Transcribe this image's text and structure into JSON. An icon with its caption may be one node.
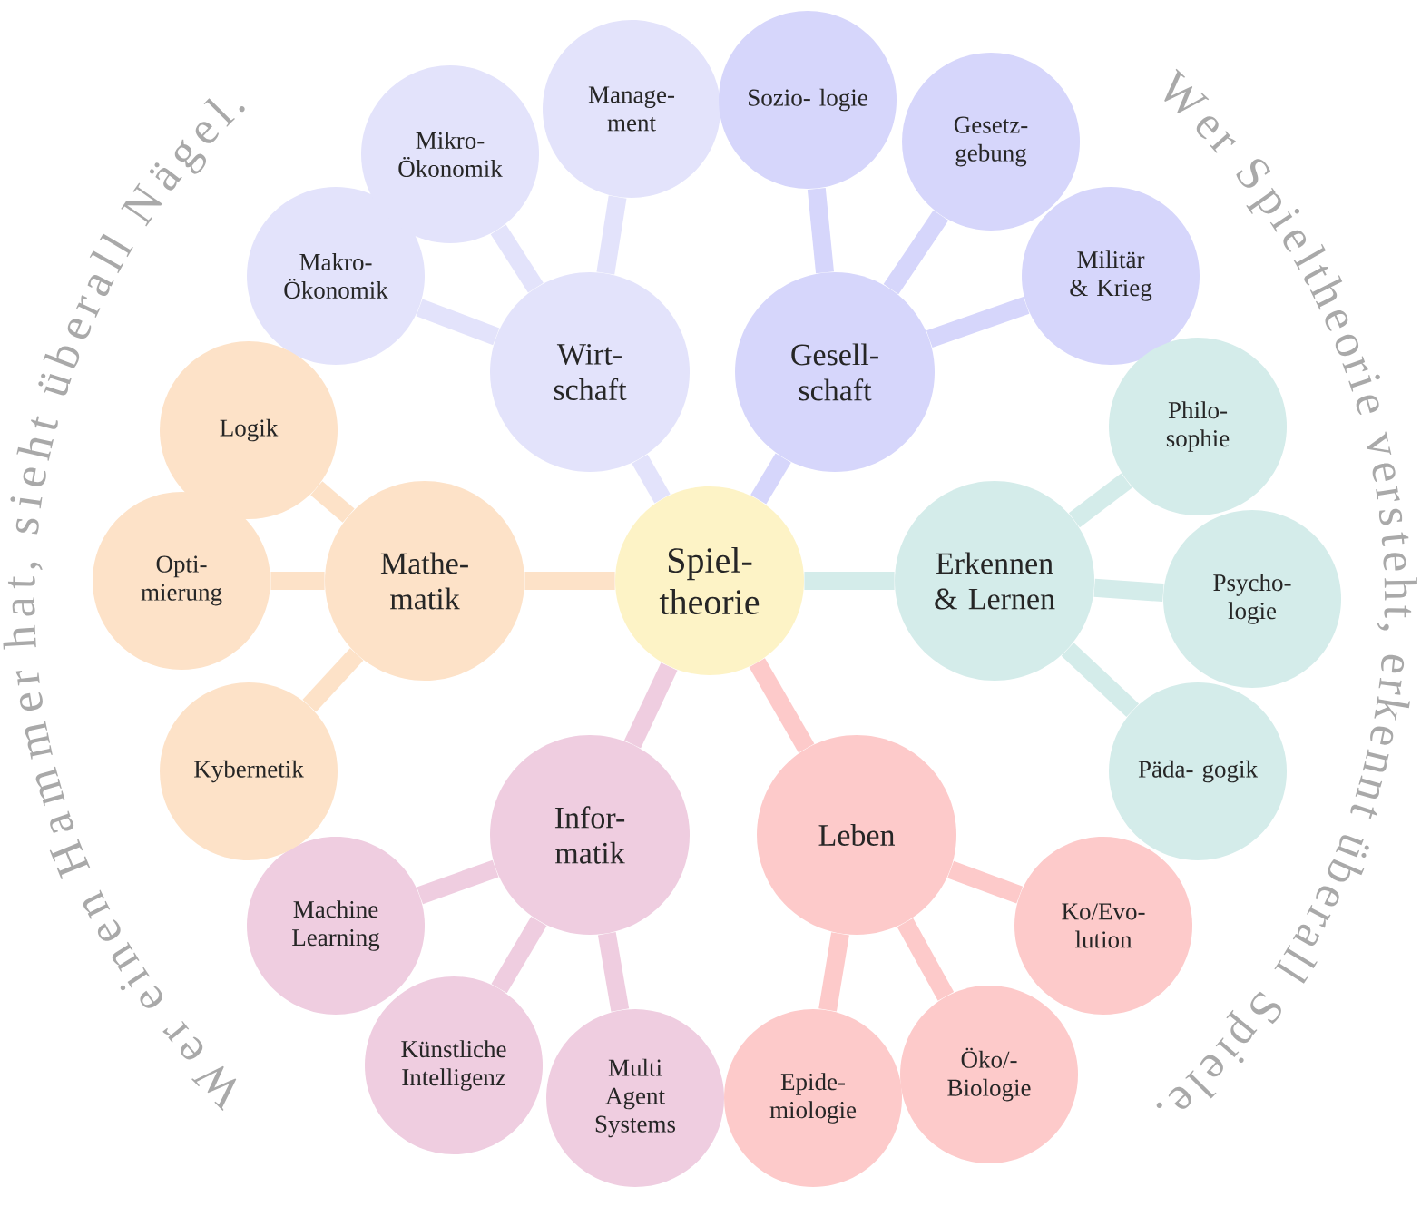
{
  "diagram": {
    "nodes": [
      {
        "text": [
          "Spiel- theorie"
        ]
      },
      {
        "text": [
          "Wirt- schaft"
        ]
      },
      {
        "text": [
          "Makro- Ökonomik"
        ]
      },
      {
        "text": [
          "Mikro- Ökonomik"
        ]
      },
      {
        "text": [
          "Manage- ment"
        ]
      },
      {
        "text": [
          "Gesell- schaft"
        ]
      },
      {
        "text": [
          "Sozio- logie"
        ]
      },
      {
        "text": [
          "Gesetz- gebung"
        ]
      },
      {
        "text": [
          "Militär & Krieg"
        ]
      },
      {
        "text": [
          "Erkennen & Lernen"
        ]
      },
      {
        "text": [
          "Philo- sophie"
        ]
      },
      {
        "text": [
          "Psycho- logie"
        ]
      },
      {
        "text": [
          "Päda- gogik"
        ]
      },
      {
        "text": [
          "Leben"
        ]
      },
      {
        "text": [
          "Ko/Evo- lution"
        ]
      },
      {
        "text": [
          "Öko/- Biologie"
        ]
      },
      {
        "text": [
          "Epide- miologie"
        ]
      },
      {
        "text": [
          "Infor- matik"
        ]
      },
      {
        "text": [
          "Machine Learning"
        ]
      },
      {
        "text": [
          "Künstliche Intelligenz"
        ]
      },
      {
        "text": [
          "Multi Agent Systems"
        ]
      },
      {
        "text": [
          "Mathe- matik"
        ]
      },
      {
        "text": [
          "Logik"
        ]
      },
      {
        "text": [
          "Opti- mierung"
        ]
      },
      {
        "text": [
          "Kybernetik"
        ]
      }
    ],
    "edges": [
      {
        "from": 0,
        "to": 1,
        "arrow": "none"
      },
      {
        "from": 1,
        "to": 2,
        "arrow": "none"
      },
      {
        "from": 1,
        "to": 3,
        "arrow": "none"
      },
      {
        "from": 1,
        "to": 4,
        "arrow": "none"
      },
      {
        "from": 0,
        "to": 5,
        "arrow": "none"
      },
      {
        "from": 5,
        "to": 6,
        "arrow": "none"
      },
      {
        "from": 5,
        "to": 7,
        "arrow": "none"
      },
      {
        "from": 5,
        "to": 8,
        "arrow": "none"
      },
      {
        "from": 0,
        "to": 9,
        "arrow": "none"
      },
      {
        "from": 9,
        "to": 10,
        "arrow": "none"
      },
      {
        "from": 9,
        "to": 11,
        "arrow": "none"
      },
      {
        "from": 9,
        "to": 12,
        "arrow": "none"
      },
      {
        "from": 0,
        "to": 13,
        "arrow": "none"
      },
      {
        "from": 13,
        "to": 14,
        "arrow": "none"
      },
      {
        "from": 13,
        "to": 15,
        "arrow": "none"
      },
      {
        "from": 13,
        "to": 16,
        "arrow": "none"
      },
      {
        "from": 0,
        "to": 17,
        "arrow": "none"
      },
      {
        "from": 17,
        "to": 18,
        "arrow": "none"
      },
      {
        "from": 17,
        "to": 19,
        "arrow": "none"
      },
      {
        "from": 17,
        "to": 20,
        "arrow": "none"
      },
      {
        "from": 0,
        "to": 21,
        "arrow": "none"
      },
      {
        "from": 21,
        "to": 22,
        "arrow": "none"
      },
      {
        "from": 21,
        "to": 23,
        "arrow": "none"
      },
      {
        "from": 21,
        "to": 24,
        "arrow": "none"
      }
    ],
    "labels": [
      "Wer einen Hammer hat, sieht überall Nägel.",
      "Wer Spieltheorie versteht, erkennt überall Spiele."
    ]
  }
}
